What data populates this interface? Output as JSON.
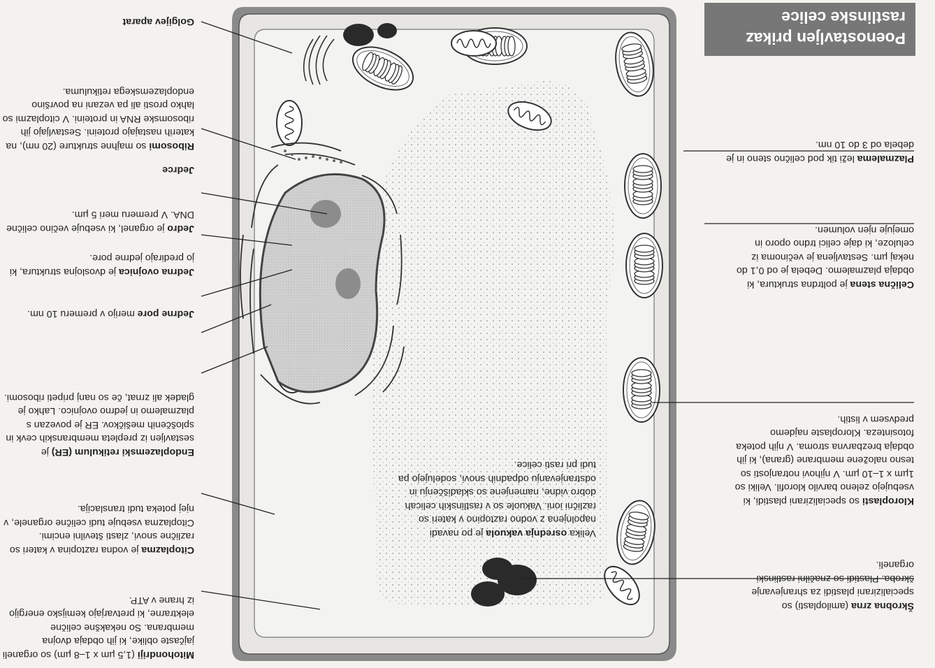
{
  "title": {
    "line1": "Poenostavljen prikaz",
    "line2": "rastlinske celice"
  },
  "left_labels": [
    {
      "term": "Škrobna zrna",
      "text": " (amiloplasti) so specializirani plastidi za shranjevanje škroba. Plastidi so značilni rastlinski organeli."
    },
    {
      "term": "Kloroplasti",
      "text": " so specializirani plastidi, ki vsebujejo zeleno barvilo klorofil. Veliki so 1µm x 1–10 µm. V njihovi notranjosti so tesno naložene membrane (grana), ki jih obdaja brezbarvna stroma. V njih poteka fotosinteza. Kloroplaste najdemo predvsem v listih."
    },
    {
      "term": "Celična stena",
      "text": " je poltrdna struktura, ki obdaja plazmalemo. Debela je od 0,1 do nekaj µm. Sestavljena je večinoma iz celuloze, ki daje celici trdno oporo in omejuje njen volumen."
    },
    {
      "term": "Plazmalema",
      "text": " leži tik pod celično steno in je debela od 3 do 10 nm."
    }
  ],
  "right_labels": [
    {
      "term": "Mitohondriji",
      "text": " (1,5 µm x 1–8 µm) so organeli jajčaste oblike, ki jih obdaja dvojna membrana. So nekakšne celične elektrarne, ki pretvarjajo kemijsko energijo iz hrane v ATP."
    },
    {
      "term": "Citoplazma",
      "text": " je vodna raztopina v kateri so različne snovi, zlasti številni encimi. Citoplazma vsebuje tudi celične organele, v njej poteka tudi translacija."
    },
    {
      "term": "Endoplazemski retikulum (ER)",
      "text": " je sestavljen iz prepleta membranskih cevk in sploščenih mešičkov. ER je povezan s plazmalemo in jedrno ovojnico. Lahko je gladek ali zrnat, če so nanj pripeti ribosomi."
    },
    {
      "term": "Jedrne pore",
      "text": " merijo v premeru 10 nm."
    },
    {
      "term": "Jedrna ovojnica",
      "text": " je dvoslojna struktura, ki jo predirajo jedrne pore."
    },
    {
      "term": "Jedro",
      "text": " je organel, ki vsebuje večino celične DNA. V premeru meri 5 µm."
    },
    {
      "term": "Jedrce",
      "text": ""
    },
    {
      "term": "Ribosomi",
      "text": " so majhne strukture (20 nm), na katerih nastajajo proteini. Sestavljajo jih ribosomske RNA in proteini. V citoplazmi so lahko prosti ali pa vezani na površino endoplazemskega retikuluma."
    },
    {
      "term": "Golgijev aparat",
      "text": ""
    }
  ],
  "vacuole": {
    "prefix": "Velika ",
    "term": "osrednja vakuola",
    "text": " je po navadi napolnjena z vodno raztopino v kateri so različni ioni. Vakuole so v rastlinskih celicah dobro vidne, namenjene so skladiščenju in odstranjevanju odpadnih snovi, sodelujejo pa tudi pri rasti celice."
  }
}
